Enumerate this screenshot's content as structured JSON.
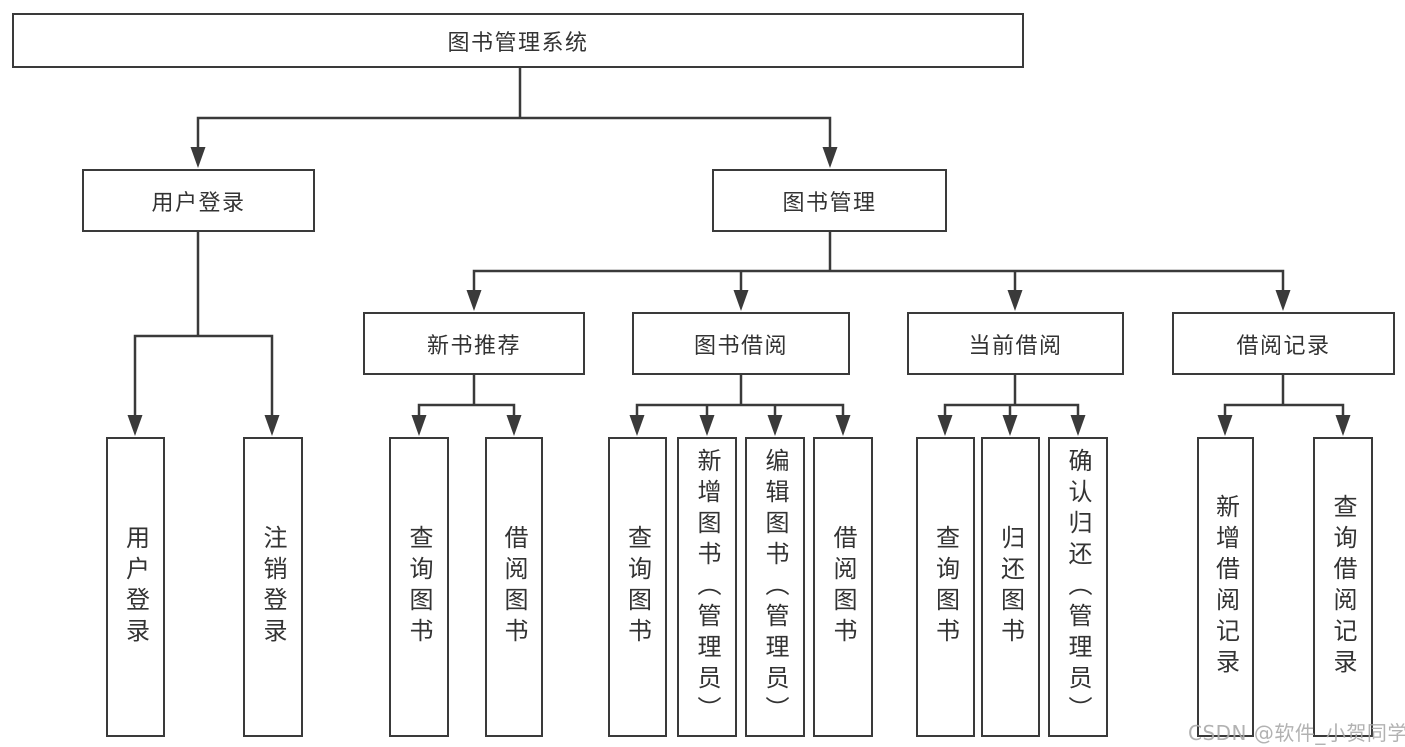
{
  "title": "图书管理系统",
  "user_branch": {
    "label": "用户登录",
    "children": [
      "用户登录",
      "注销登录"
    ]
  },
  "book_branch": {
    "label": "图书管理",
    "sections": [
      {
        "label": "新书推荐",
        "children": [
          "查询图书",
          "借阅图书"
        ]
      },
      {
        "label": "图书借阅",
        "children": [
          "查询图书",
          "新增图书（管理员）",
          "编辑图书（管理员）",
          "借阅图书"
        ]
      },
      {
        "label": "当前借阅",
        "children": [
          "查询图书",
          "归还图书",
          "确认归还（管理员）"
        ]
      },
      {
        "label": "借阅记录",
        "children": [
          "新增借阅记录",
          "查询借阅记录"
        ]
      }
    ]
  },
  "watermark": "CSDN @软件_小贺同学",
  "colors": {
    "line": "#3a3a3a",
    "text": "#333333",
    "watermark": "#aaaaaa",
    "background": "#ffffff"
  }
}
